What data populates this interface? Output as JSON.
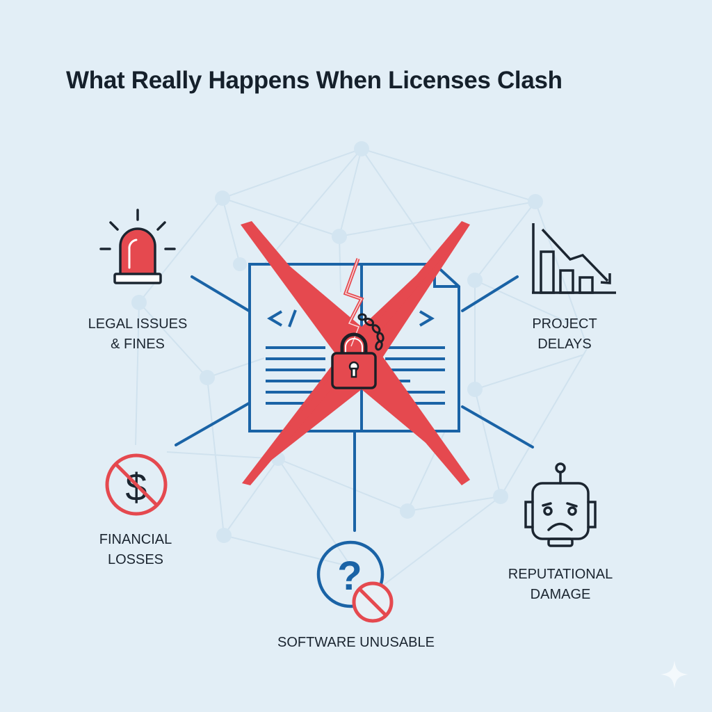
{
  "title": "What Really Happens When Licenses Clash",
  "colors": {
    "background": "#e2eef6",
    "network": "#cfe1ee",
    "connector_blue": "#1a63a6",
    "alert_red": "#e5494f",
    "text_dark": "#15202b"
  },
  "center": {
    "icon": "broken-license-document-with-padlock-icon",
    "left_page_code": "</",
    "right_page_code": ">",
    "overlay": "red-x-icon"
  },
  "consequences": [
    {
      "id": "legal",
      "icon": "siren-alarm-icon",
      "label": "LEGAL ISSUES\n& FINES"
    },
    {
      "id": "delays",
      "icon": "declining-bar-chart-icon",
      "label": "PROJECT\nDELAYS"
    },
    {
      "id": "financial",
      "icon": "no-dollar-icon",
      "label": "FINANCIAL\nLOSSES"
    },
    {
      "id": "reputation",
      "icon": "sad-robot-icon",
      "label": "REPUTATIONAL\nDAMAGE"
    },
    {
      "id": "software",
      "icon": "question-blocked-icon",
      "label": "SOFTWARE UNUSABLE"
    }
  ]
}
